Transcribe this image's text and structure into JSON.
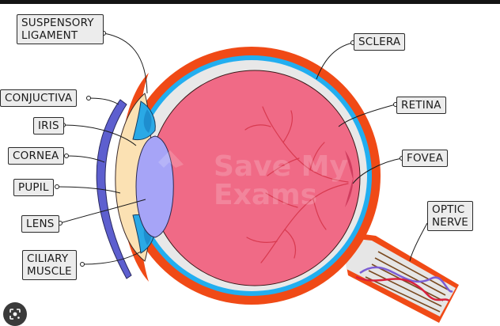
{
  "labels": {
    "suspensory_ligament": "SUSPENSORY\nLIGAMENT",
    "sclera": "SCLERA",
    "conjunctiva": "CONJUCTIVA",
    "retina": "RETINA",
    "iris": "IRIS",
    "cornea": "CORNEA",
    "fovea": "FOVEA",
    "pupil": "PUPIL",
    "optic_nerve": "OPTIC\nNERVE",
    "lens": "LENS",
    "ciliary_muscle": "CILIARY\nMUSCLE"
  },
  "watermark": "Save My Exams",
  "colors": {
    "sclera": "#f04a16",
    "choroid": "#22aef0",
    "vitreous": "#f06a86",
    "retina_band": "#e8e8e8",
    "cornea": "#5d5fcf",
    "lens": "#a6a4f7",
    "iris": "#2aa9e6",
    "aqueous": "#fbe1b3",
    "blood_vessel": "#d83a50"
  },
  "icons": [
    "google-lens-icon"
  ]
}
